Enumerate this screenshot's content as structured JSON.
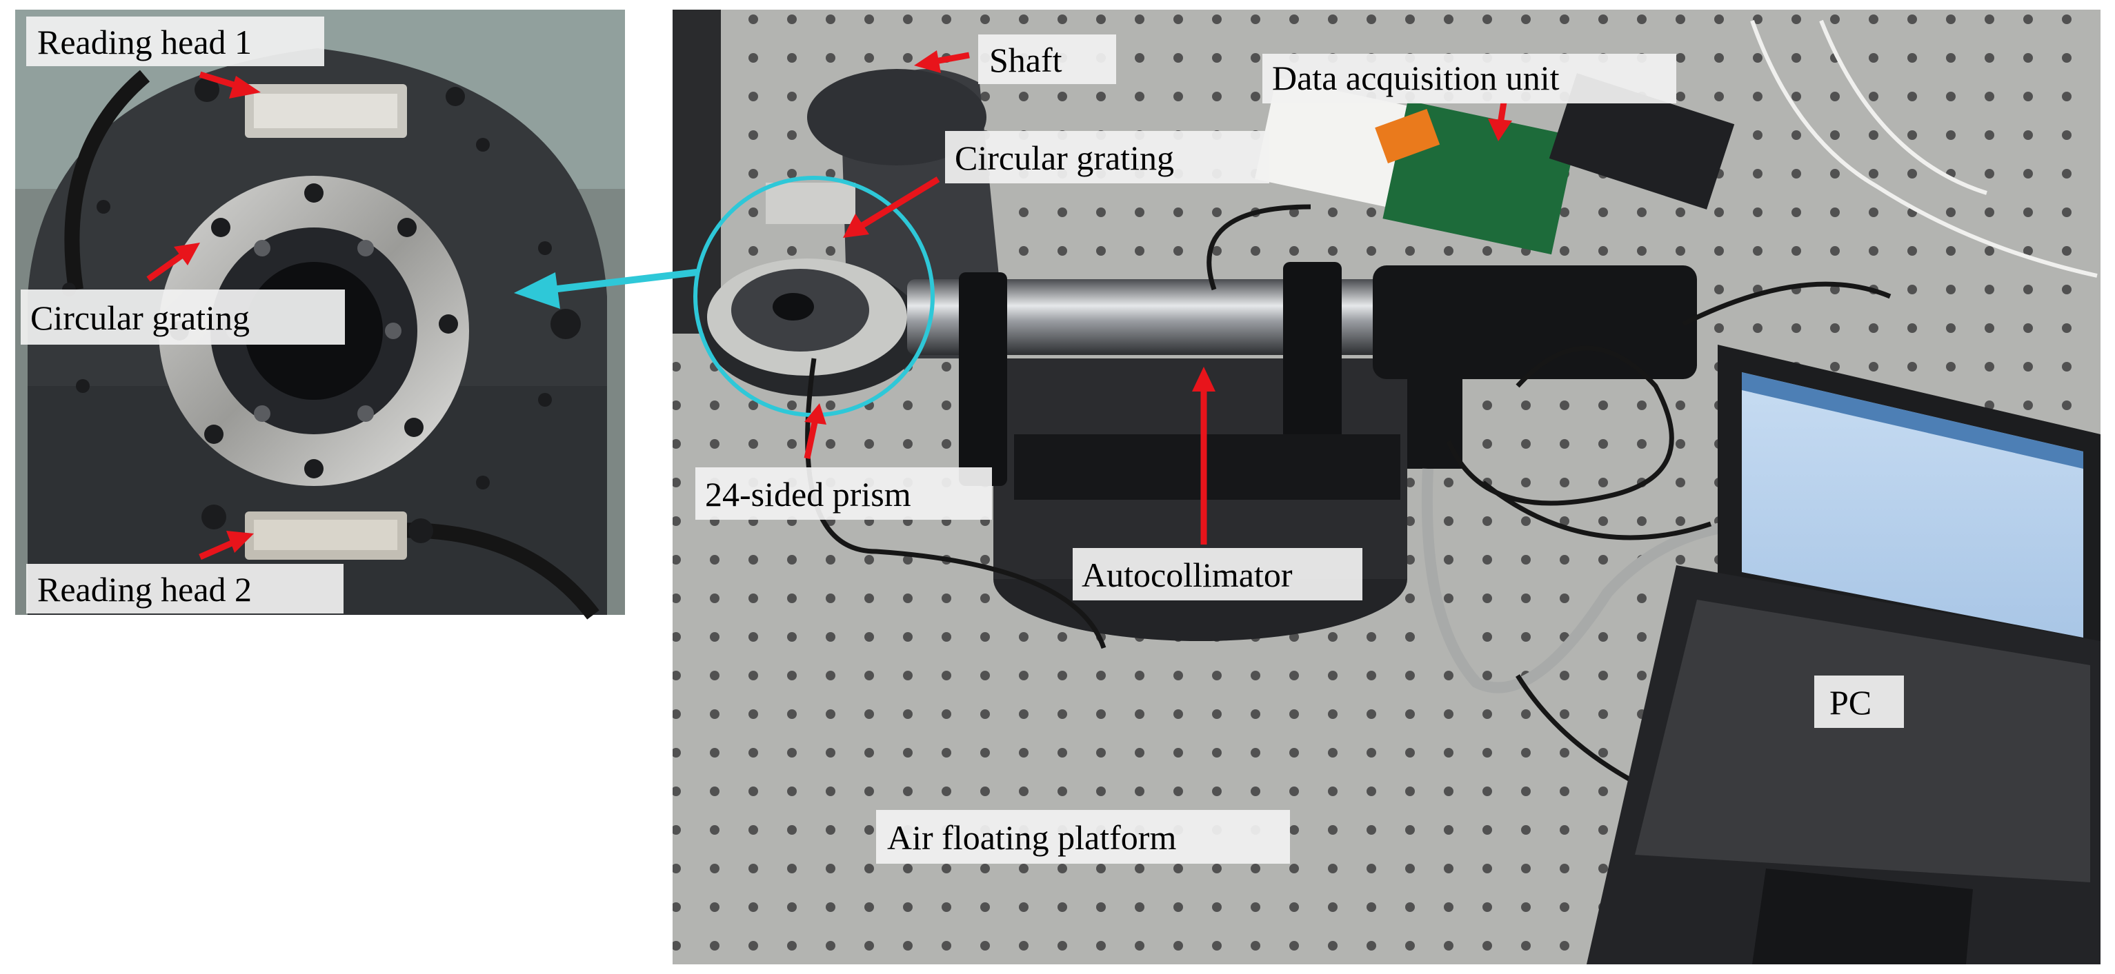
{
  "labels": {
    "reading_head_1": "Reading head 1",
    "circular_grating_left": "Circular grating",
    "reading_head_2": "Reading head 2",
    "shaft": "Shaft",
    "circular_grating_right": "Circular grating",
    "data_acquisition_unit": "Data acquisition unit",
    "prism": "24-sided prism",
    "autocollimator": "Autocollimator",
    "pc": "PC",
    "platform": "Air floating platform"
  },
  "colors": {
    "arrow_red": "#e8141b",
    "zoom_cyan": "#2ec8d8",
    "label_bg": "#f1f1f1"
  }
}
